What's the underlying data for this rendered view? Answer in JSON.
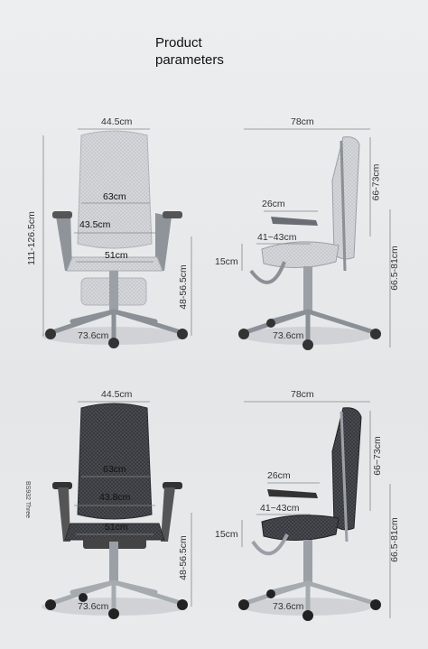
{
  "title": {
    "line1": "Product",
    "line2": "parameters"
  },
  "top_front": {
    "width": "44.5cm",
    "back_width": "63cm",
    "lumbar": "43.5cm",
    "seat": "51cm",
    "total_height": "111-126.5cm",
    "seat_height": "48-56.5cm",
    "base": "73.6cm"
  },
  "top_side": {
    "depth": "78cm",
    "back_height": "66-73cm",
    "arm_depth": "26cm",
    "arm_range": "41~43cm",
    "arm_lift": "15cm",
    "arm_height": "66.5-81cm",
    "base": "73.6cm"
  },
  "bottom_front": {
    "width": "44.5cm",
    "back_width": "63cm",
    "lumbar": "43.8cm",
    "seat": "51cm",
    "side_note": "BS932 Three",
    "seat_height": "48-56.5cm",
    "base": "73.6cm"
  },
  "bottom_side": {
    "depth": "78cm",
    "back_height": "66~73cm",
    "arm_depth": "26cm",
    "arm_range": "41~43cm",
    "arm_lift": "15cm",
    "arm_height": "66.5-81cm",
    "base": "73.6cm"
  },
  "colors": {
    "light_mesh": "#c9ccd0",
    "dark_mesh": "#3a3d42",
    "frame": "#9aa0a6"
  }
}
